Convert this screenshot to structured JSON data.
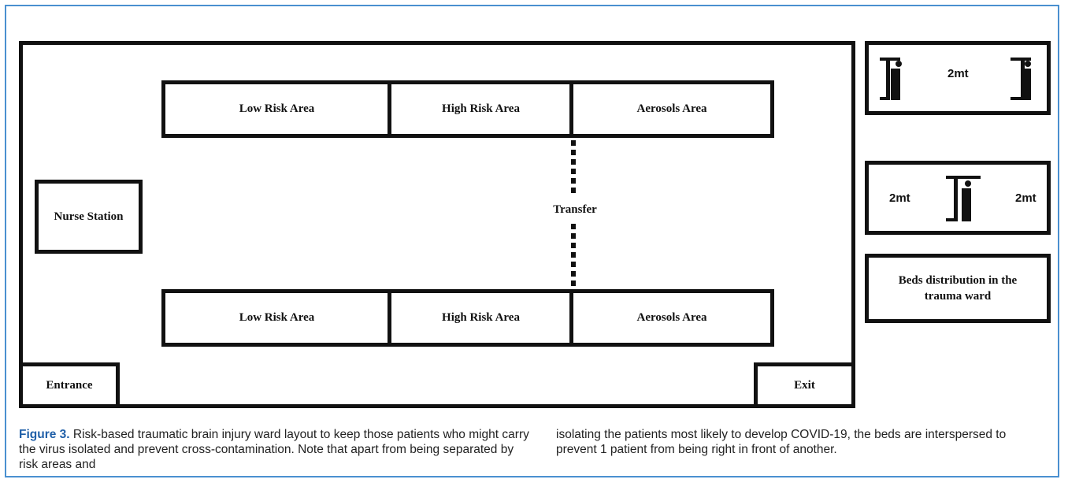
{
  "ward": {
    "top_row": [
      "Low Risk Area",
      "High Risk Area",
      "Aerosols Area"
    ],
    "bottom_row": [
      "Low Risk Area",
      "High Risk Area",
      "Aerosols Area"
    ],
    "nurse_station": "Nurse Station",
    "transfer": "Transfer",
    "entrance": "Entrance",
    "exit": "Exit"
  },
  "legend": {
    "bed_pair_distance": "2mt",
    "single_bed_left": "2mt",
    "single_bed_right": "2mt",
    "description": "Beds distribution in the trauma ward"
  },
  "caption": {
    "label": "Figure 3.",
    "left_text": "Risk-based traumatic brain injury ward layout to keep those patients who might carry the virus isolated and prevent cross-contamination. Note that apart from being separated by risk areas and",
    "right_text": "isolating the patients most likely to develop COVID-19, the beds are interspersed to prevent 1 patient from being right in front of another."
  },
  "colors": {
    "frame": "#4a90d0",
    "figure_label": "#1f5fa8",
    "lines": "#111111"
  }
}
